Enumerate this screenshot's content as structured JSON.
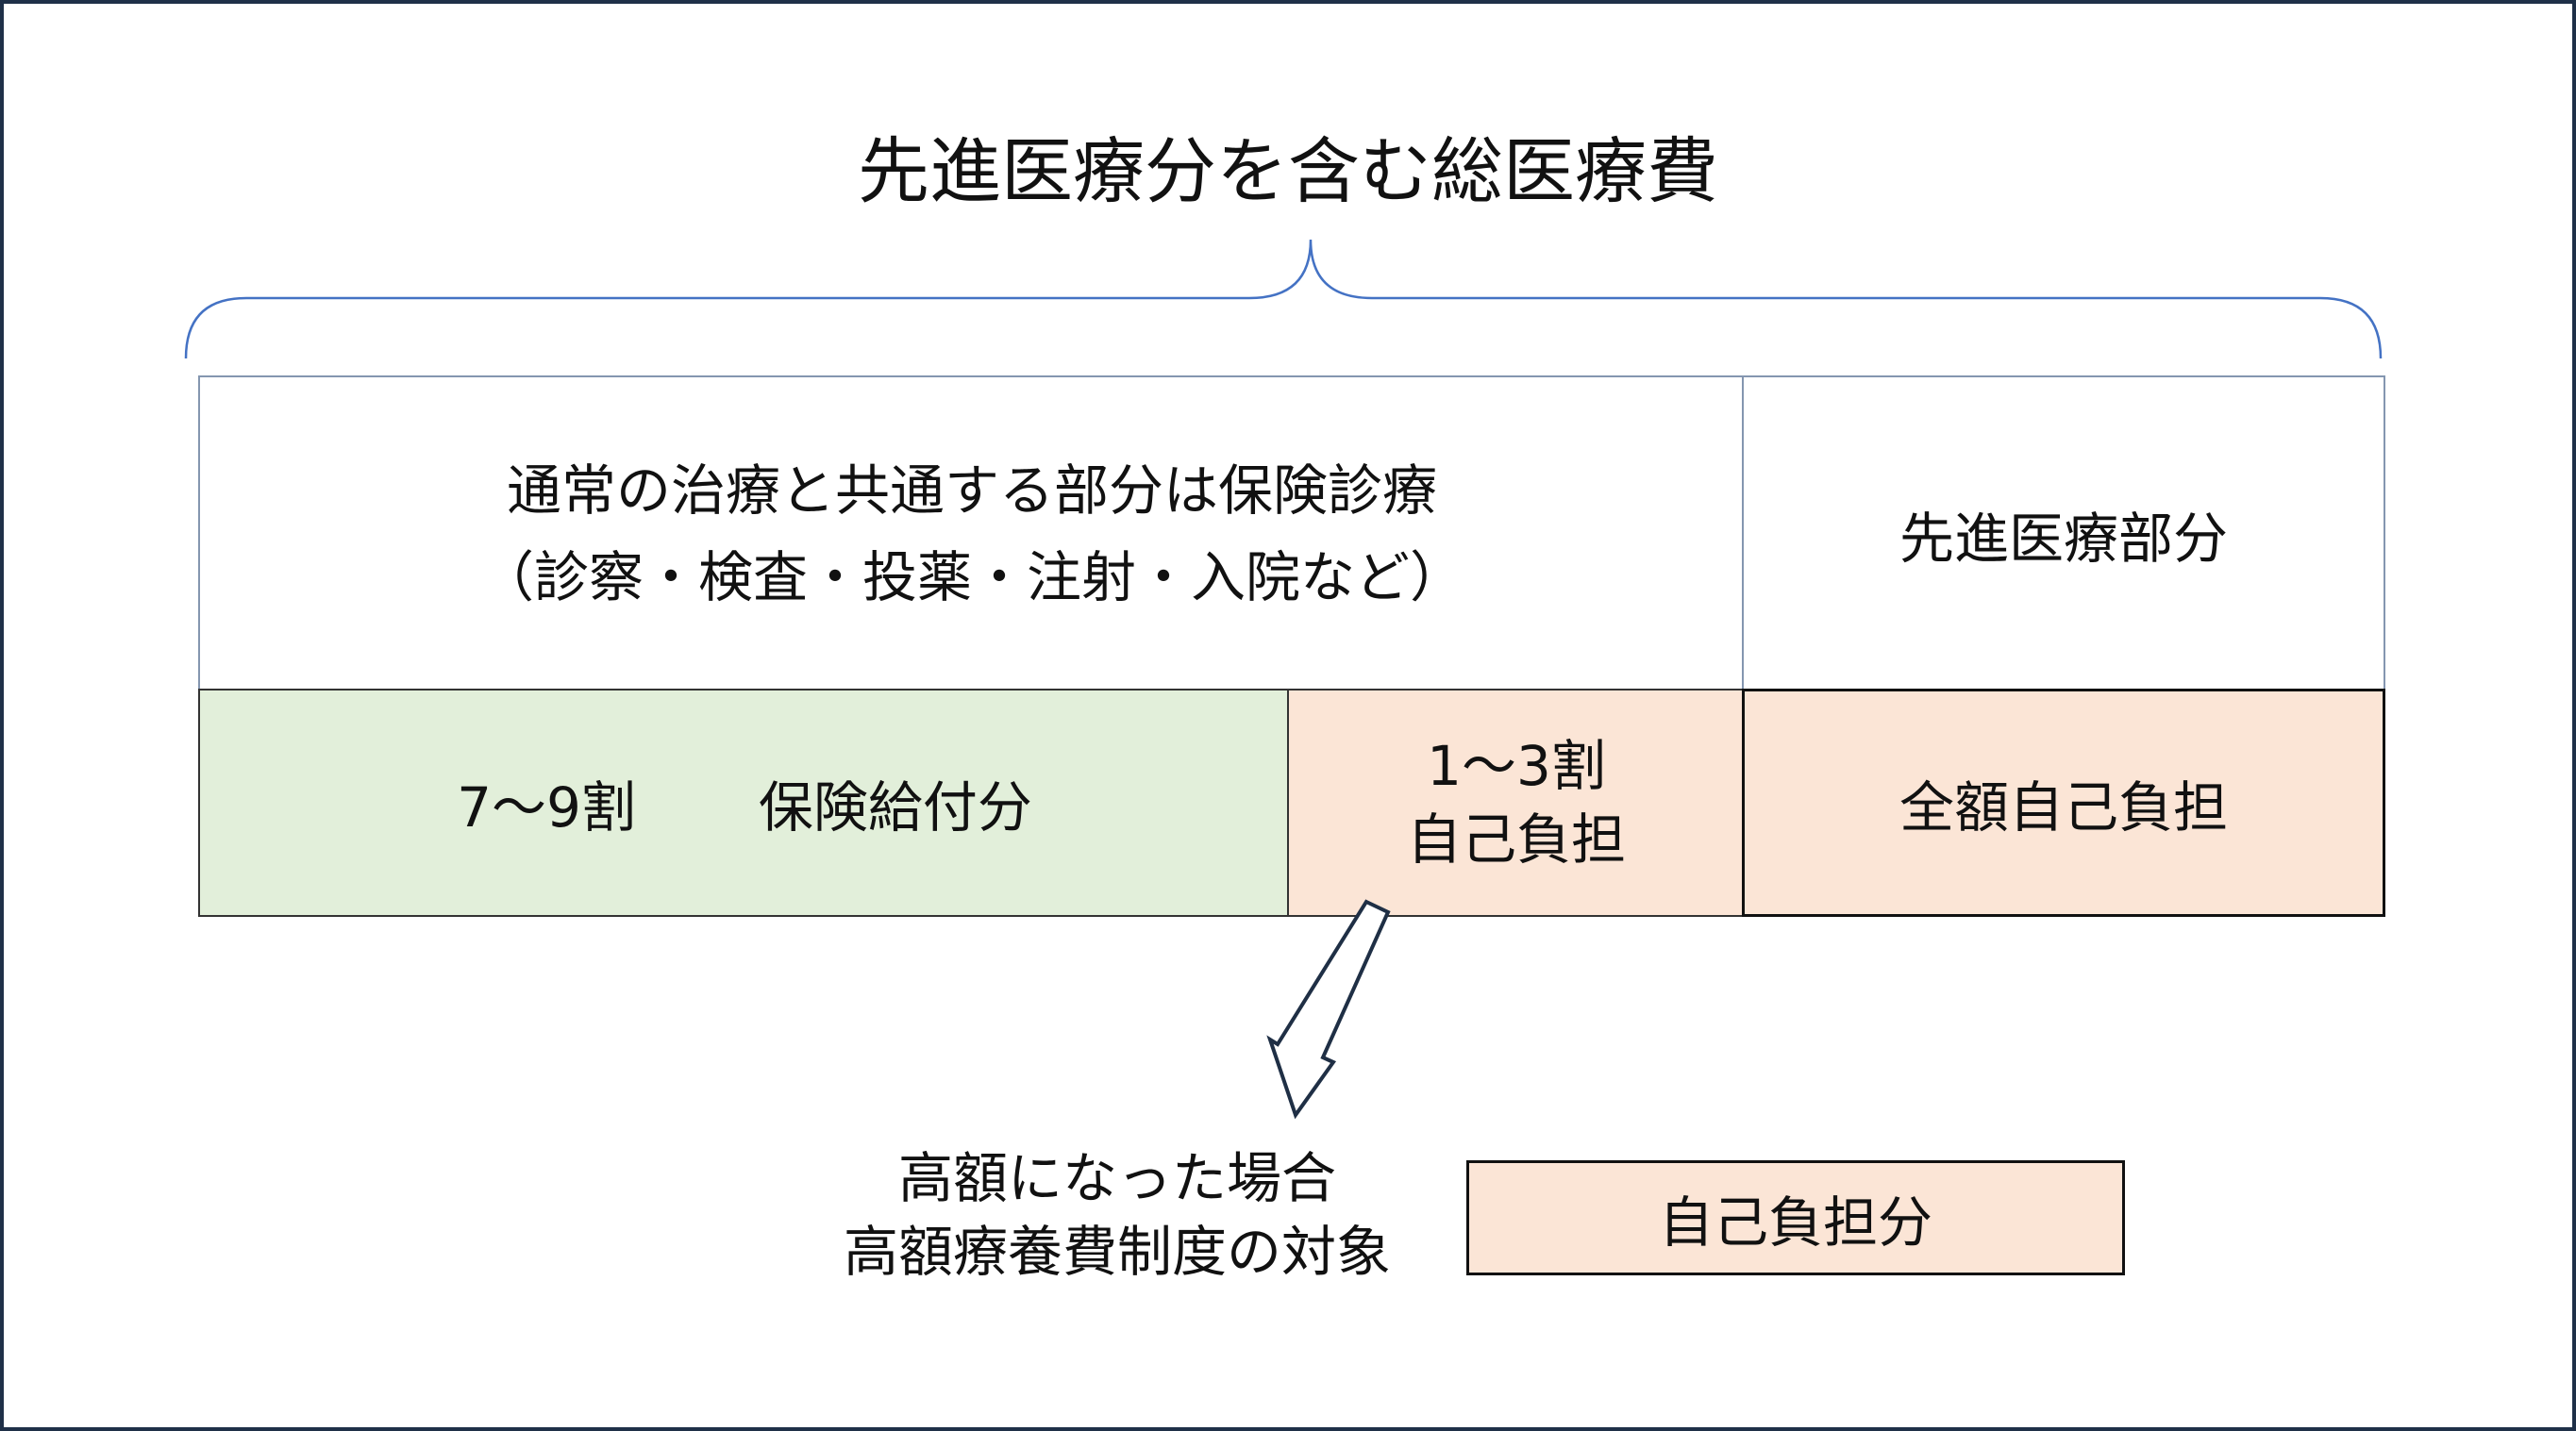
{
  "title": "先進医療分を含む総医療費",
  "insured_care": {
    "line1": "通常の治療と共通する部分は保険診療",
    "line2": "（診察・検査・投薬・注射・入院など）"
  },
  "advanced_care": {
    "label": "先進医療部分"
  },
  "insurance_benefit": {
    "ratio": "7〜9割",
    "label": "保険給付分"
  },
  "copayment": {
    "ratio": "1〜3割",
    "label": "自己負担"
  },
  "full_payment": {
    "label": "全額自己負担"
  },
  "high_cost_note": {
    "line1": "高額になった場合",
    "line2": "高額療養費制度の対象"
  },
  "self_pay_box": {
    "label": "自己負担分"
  },
  "colors": {
    "insurance_benefit_fill": "#e2efda",
    "self_pay_fill": "#fbe5d6",
    "brace_line": "#4472c4",
    "border_outer": "#1f3048",
    "arrow_stroke": "#1f2f45"
  }
}
